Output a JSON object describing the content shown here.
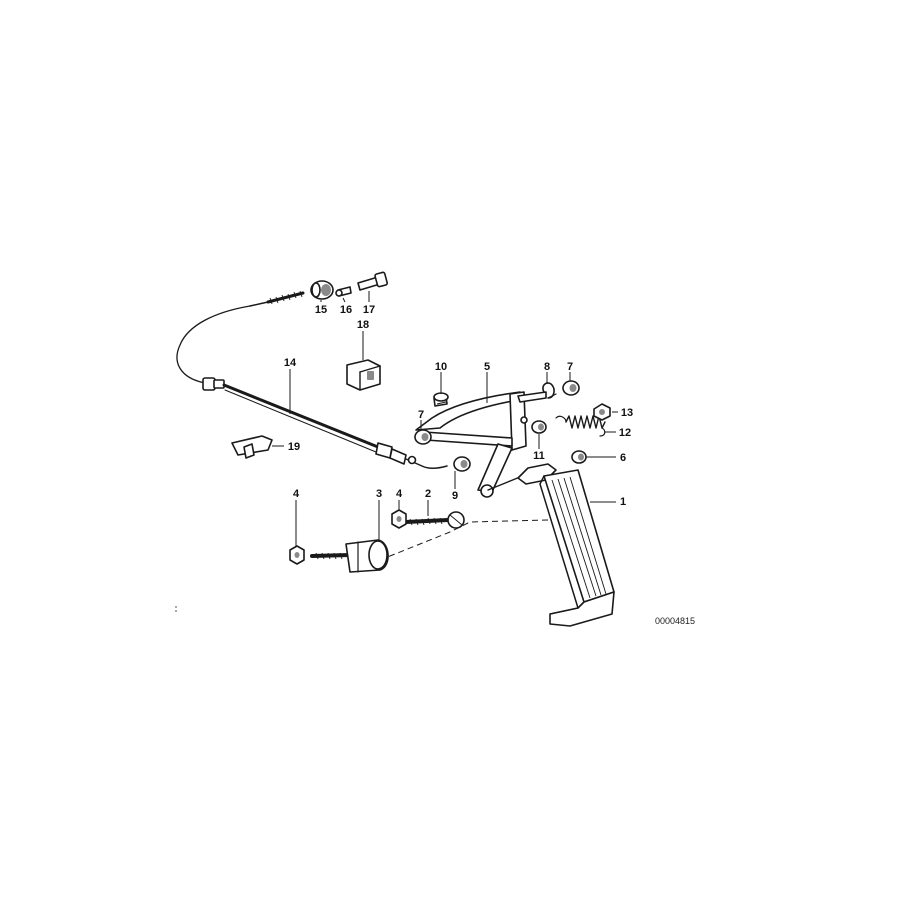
{
  "diagram": {
    "document_number": "00004815",
    "callouts": {
      "c1": "1",
      "c2": "2",
      "c3": "3",
      "c4a": "4",
      "c4b": "4",
      "c5": "5",
      "c6": "6",
      "c7a": "7",
      "c7b": "7",
      "c8": "8",
      "c9": "9",
      "c10": "10",
      "c11": "11",
      "c12": "12",
      "c13": "13",
      "c14": "14",
      "c15": "15",
      "c16": "16",
      "c17": "17",
      "c18": "18",
      "c19": "19"
    },
    "colors": {
      "line": "#1a1a1a",
      "shade": "#8a8a8a",
      "background": "#ffffff"
    }
  }
}
